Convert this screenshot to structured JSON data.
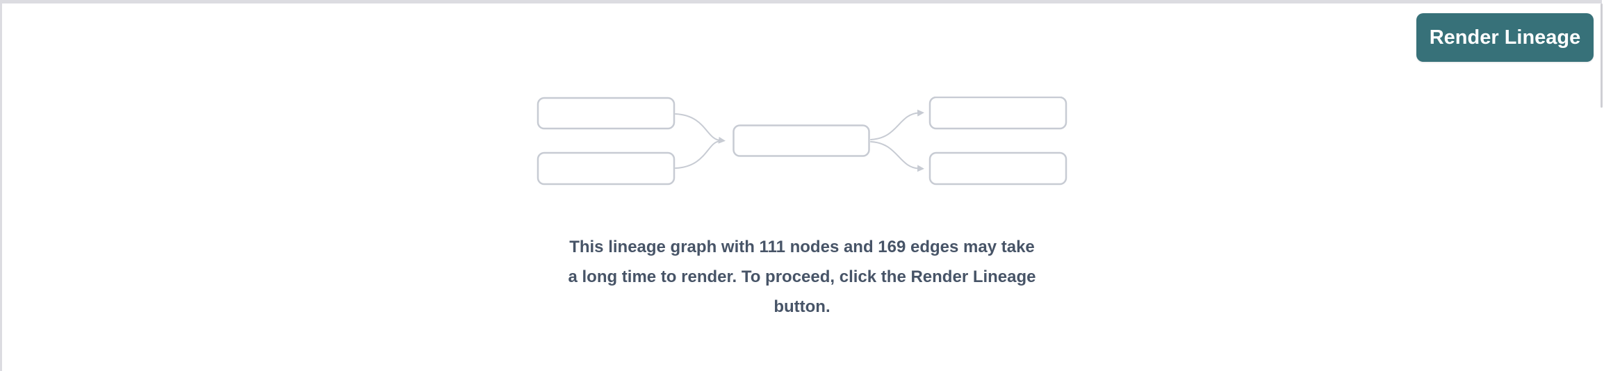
{
  "page": {
    "top_divider_color": "#dcdce1",
    "left_border_color": "#dcdce1",
    "scrollbar_color": "#cfcfd4",
    "background": "#ffffff"
  },
  "toolbar": {
    "render_button": {
      "label": "Render Lineage",
      "bg_color": "#377179",
      "text_color": "#ffffff"
    }
  },
  "empty_state": {
    "node_count": "111",
    "edge_count": "169",
    "text_color": "#475467",
    "message_lines": [
      "This lineage graph with 111 nodes and 169 edges may take",
      "a long time to render. To proceed, click the Render Lineage",
      "button."
    ],
    "illustration": {
      "name": "lineage-graph-placeholder",
      "box_fill": "#ffffff",
      "box_border_color": "#c7cbd3",
      "arrow_color": "#c7cbd3"
    }
  }
}
